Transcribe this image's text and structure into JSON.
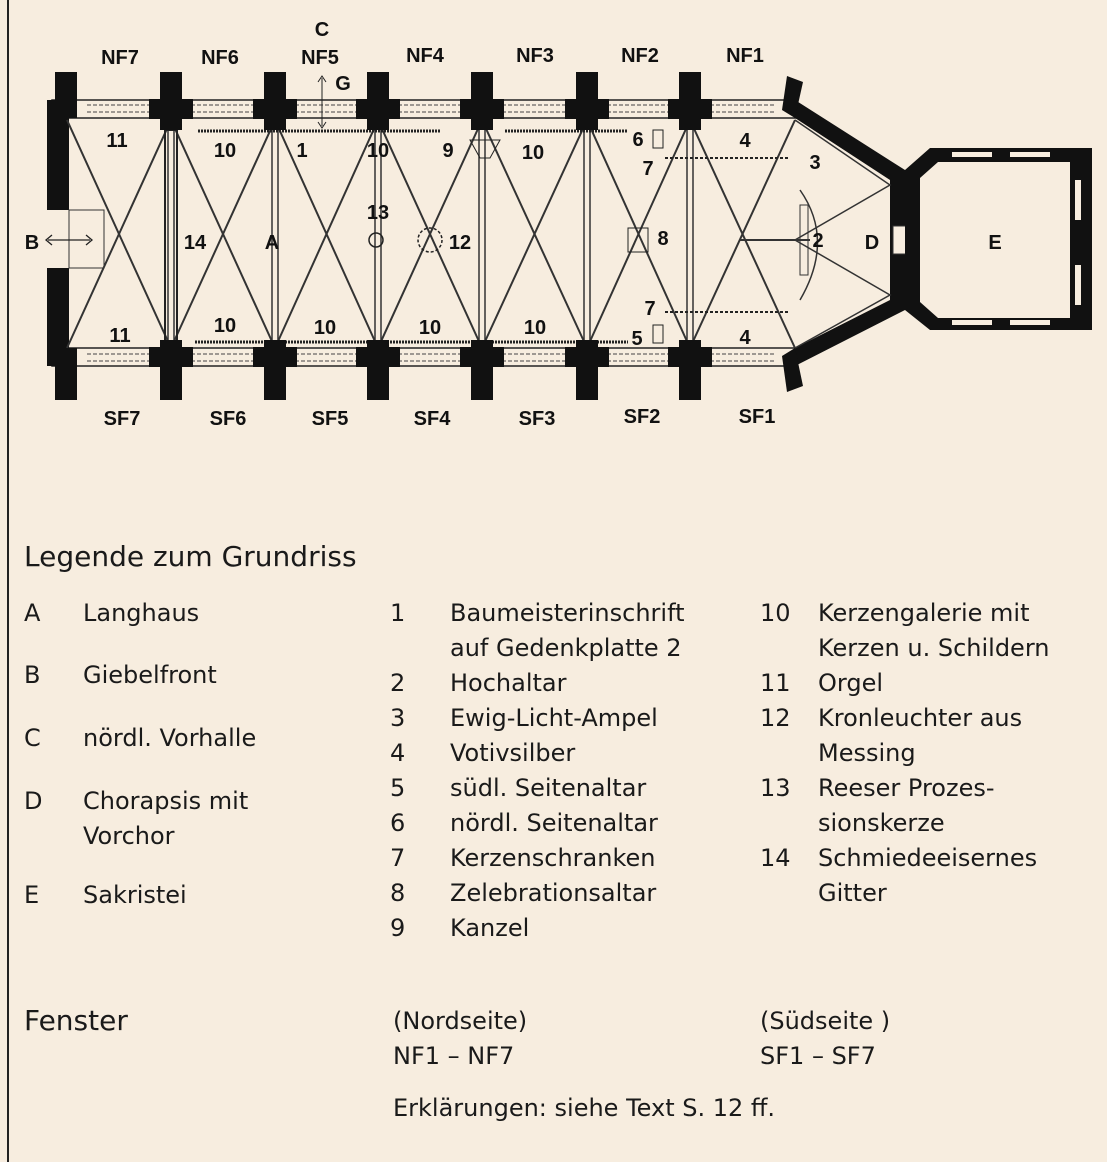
{
  "plan": {
    "north_windows": [
      "NF7",
      "NF6",
      "NF5",
      "NF4",
      "NF3",
      "NF2",
      "NF1"
    ],
    "south_windows": [
      "SF7",
      "SF6",
      "SF5",
      "SF4",
      "SF3",
      "SF2",
      "SF1"
    ],
    "labels": {
      "C": "C",
      "G": "G",
      "B": "B",
      "A": "A",
      "D": "D",
      "E": "E",
      "n1": "1",
      "n2": "2",
      "n3": "3",
      "n4a": "4",
      "n4b": "4",
      "n5": "5",
      "n6": "6",
      "n7a": "7",
      "n7b": "7",
      "n8": "8",
      "n9": "9",
      "n10a": "10",
      "n10b": "10",
      "n10c": "10",
      "n10d": "10",
      "n10e": "10",
      "n10f": "10",
      "n10g": "10",
      "n11a": "11",
      "n11b": "11",
      "n12": "12",
      "n13": "13",
      "n14": "14"
    }
  },
  "legend": {
    "title": "Legende zum Grundriss",
    "letters": [
      {
        "key": "A",
        "lines": [
          "Langhaus"
        ]
      },
      {
        "key": "B",
        "lines": [
          "Giebelfront"
        ]
      },
      {
        "key": "C",
        "lines": [
          "nördl. Vorhalle"
        ]
      },
      {
        "key": "D",
        "lines": [
          "Chorapsis mit",
          "Vorchor"
        ]
      },
      {
        "key": "E",
        "lines": [
          "Sakristei"
        ]
      }
    ],
    "numbers_1": [
      {
        "key": "1",
        "lines": [
          "Baumeisterinschrift",
          "auf Gedenkplatte 2"
        ]
      },
      {
        "key": "2",
        "lines": [
          "Hochaltar"
        ]
      },
      {
        "key": "3",
        "lines": [
          "Ewig-Licht-Ampel"
        ]
      },
      {
        "key": "4",
        "lines": [
          "Votivsilber"
        ]
      },
      {
        "key": "5",
        "lines": [
          "südl. Seitenaltar"
        ]
      },
      {
        "key": "6",
        "lines": [
          "nördl. Seitenaltar"
        ]
      },
      {
        "key": "7",
        "lines": [
          "Kerzenschranken"
        ]
      },
      {
        "key": "8",
        "lines": [
          "Zelebrationsaltar"
        ]
      },
      {
        "key": "9",
        "lines": [
          "Kanzel"
        ]
      }
    ],
    "numbers_2": [
      {
        "key": "10",
        "lines": [
          "Kerzengalerie mit",
          "Kerzen u. Schildern"
        ]
      },
      {
        "key": "11",
        "lines": [
          "Orgel"
        ]
      },
      {
        "key": "12",
        "lines": [
          "Kronleuchter aus",
          "Messing"
        ]
      },
      {
        "key": "13",
        "lines": [
          "Reeser Prozes-",
          "sionskerze"
        ]
      },
      {
        "key": "14",
        "lines": [
          "Schmiedeeisernes",
          "Gitter"
        ]
      }
    ]
  },
  "windows": {
    "title": "Fenster",
    "north_label": "(Nordseite)",
    "north_range": "NF1 – NF7",
    "south_label": "(Südseite )",
    "south_range": "SF1 – SF7",
    "note": "Erklärungen: siehe Text S. 12 ff."
  }
}
